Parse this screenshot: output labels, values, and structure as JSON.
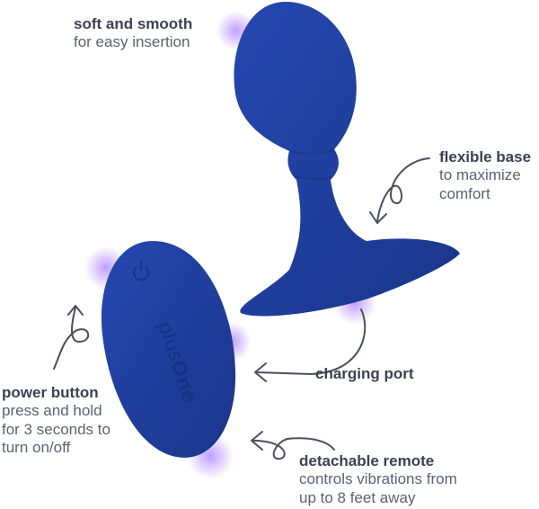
{
  "callouts": {
    "soft_smooth": {
      "title": "soft and smooth",
      "desc": "for easy insertion"
    },
    "flexible_base": {
      "title": "flexible base",
      "desc": "to maximize\ncomfort"
    },
    "charging_port": {
      "title": "charging port"
    },
    "power_button": {
      "title": "power button",
      "desc": "press and hold\nfor 3 seconds to\nturn on/off"
    },
    "detachable_remote": {
      "title": "detachable remote",
      "desc": "controls vibrations from\nup to 8 feet away"
    }
  },
  "remote": {
    "brand_prefix": "plus",
    "brand_accent": "One"
  },
  "colors": {
    "product_blue": "#1f3f9e",
    "product_blue_dark": "#173385",
    "glow_purple": "#b68cff",
    "arrow": "#4a5060",
    "text_title": "#3a4152",
    "text_desc": "#5b6271"
  },
  "icons": [
    "power-icon",
    "curved-arrow-icon"
  ]
}
